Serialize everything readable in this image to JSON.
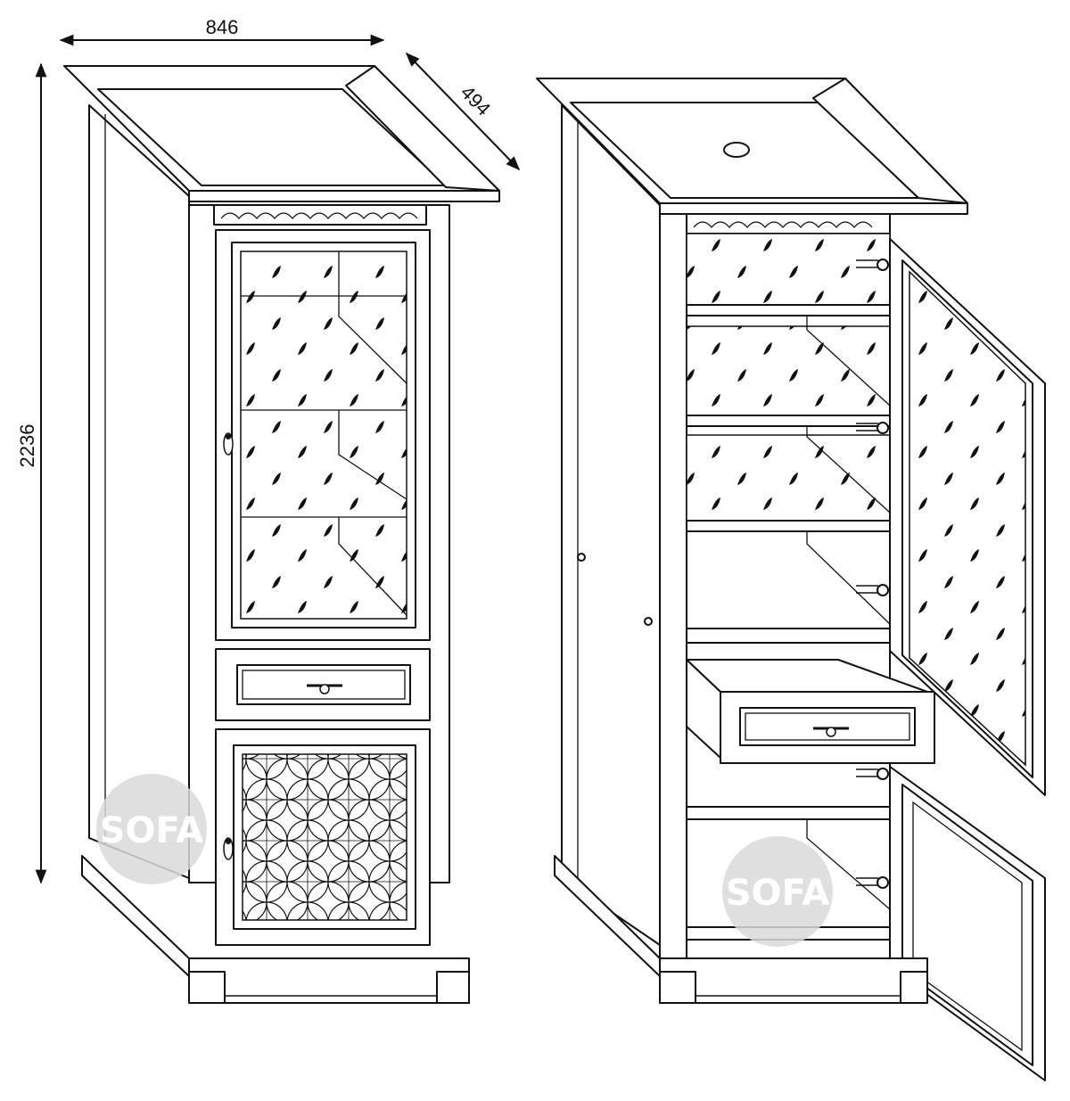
{
  "dimensions": {
    "width": "846",
    "depth": "494",
    "height": "2236"
  },
  "watermark": {
    "text": "SOFA",
    "color": "#d9d9d9"
  },
  "colors": {
    "line": "#111111",
    "background": "#ffffff"
  }
}
